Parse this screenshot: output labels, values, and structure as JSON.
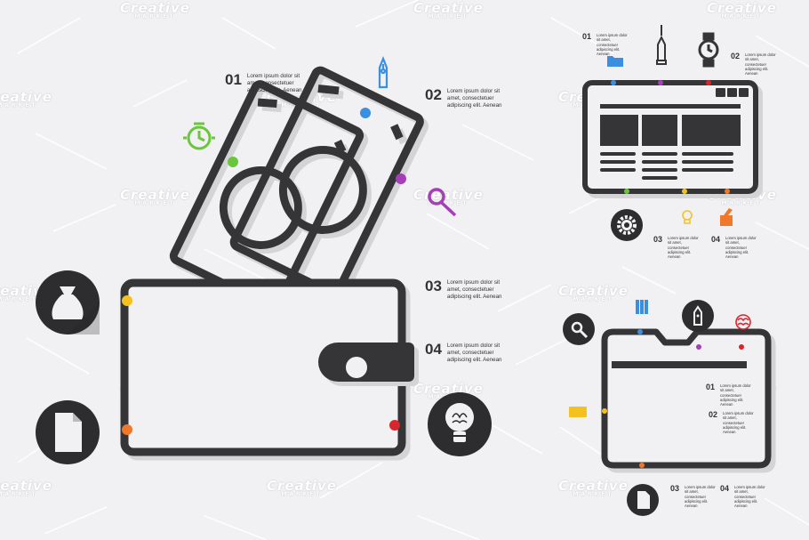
{
  "watermark": {
    "brand": "Creative",
    "sub": "MARKET"
  },
  "wallet_infographic": {
    "steps": [
      {
        "number": "01",
        "text": "Lorem ipsum dolor sit amet, consectetuer adipiscing elit. Aenean"
      },
      {
        "number": "02",
        "text": "Lorem ipsum dolor sit amet, consectetuer adipiscing elit. Aenean"
      },
      {
        "number": "03",
        "text": "Lorem ipsum dolor sit amet, consectetuer adipiscing elit. Aenean"
      },
      {
        "number": "04",
        "text": "Lorem ipsum dolor sit amet, consectetuer adipiscing elit. Aenean"
      }
    ]
  },
  "browser_infographic": {
    "steps": [
      {
        "number": "01",
        "text": "Lorem ipsum dolor sit amet, consectetuer adipiscing elit. Aenean"
      },
      {
        "number": "02",
        "text": "Lorem ipsum dolor sit amet, consectetuer adipiscing elit. Aenean"
      },
      {
        "number": "03",
        "text": "Lorem ipsum dolor sit amet, consectetuer adipiscing elit. Aenean"
      },
      {
        "number": "04",
        "text": "Lorem ipsum dolor sit amet, consectetuer adipiscing elit. Aenean"
      }
    ]
  },
  "folder_infographic": {
    "steps": [
      {
        "number": "01",
        "text": "Lorem ipsum dolor sit amet, consectetuer adipiscing elit. Aenean"
      },
      {
        "number": "02",
        "text": "Lorem ipsum dolor sit amet, consectetuer adipiscing elit. Aenean"
      },
      {
        "number": "03",
        "text": "Lorem ipsum dolor sit amet, consectetuer adipiscing elit. Aenean"
      },
      {
        "number": "04",
        "text": "Lorem ipsum dolor sit amet, consectetuer adipiscing elit. Aenean"
      }
    ]
  },
  "colors": {
    "outline": "#353537",
    "background": "#f1f1f3",
    "green": "#6ac63a",
    "blue": "#3a8fe0",
    "purple": "#a43fb7",
    "orange": "#f0782a",
    "red": "#d8262e",
    "yellow": "#f4c21f"
  },
  "icons": [
    "pen-nib-icon",
    "stopwatch-icon",
    "magnifier-icon",
    "money-bag-icon",
    "document-icon",
    "brain-bulb-icon",
    "folder-icon",
    "gear-icon",
    "lightbulb-icon",
    "toolbox-icon",
    "binders-icon",
    "brain-icon",
    "tickets-icon"
  ]
}
